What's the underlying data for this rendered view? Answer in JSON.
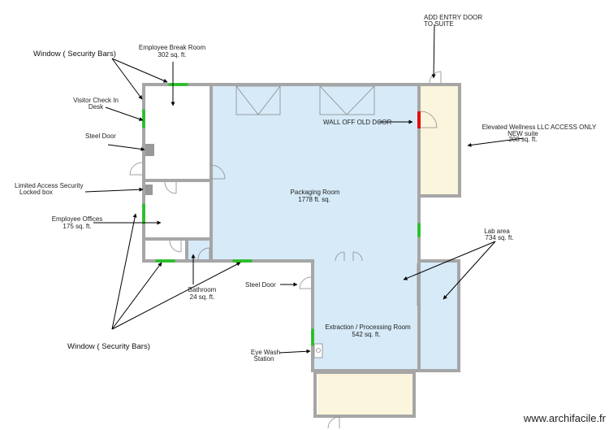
{
  "rooms": {
    "break_room": {
      "name": "Employee Break Room",
      "area": "302 sq. ft."
    },
    "packaging": {
      "name": "Packaging Room",
      "area": "1778 ft. sq."
    },
    "offices": {
      "name": "Employee Offices",
      "area": "175 sq. ft."
    },
    "bathroom": {
      "name": "Bathroom",
      "area": "24 sq. ft."
    },
    "extraction": {
      "name": "Extraction / Processing Room",
      "area": "542 sq. ft."
    },
    "elevated": {
      "name": "Elevated Wellness LLC ACCESS ONLY",
      "note": "NEW suite",
      "area": "208 sq. ft."
    },
    "lab": {
      "name": "Lab area",
      "area": "734 sq. ft."
    }
  },
  "annotations": {
    "window_top": "Window  ( Security Bars)",
    "window_bottom": "Window  ( Security Bars)",
    "visitor_check_in": [
      "Visitor Check In",
      "Desk"
    ],
    "steel_door_left": "Steel Door",
    "steel_door_bottom": "Steel Door",
    "limited_access": [
      "Limited Access Security",
      "Locked box"
    ],
    "entry_door": [
      "ADD ENTRY DOOR",
      "TO SUITE"
    ],
    "wall_off": "WALL OFF OLD DOOR",
    "eye_wash": [
      "Eye Wash",
      "Station"
    ]
  },
  "watermark": "www.archifacile.fr",
  "colors": {
    "wall": "#a6a6a6",
    "room_blue": "#d6eaf8",
    "room_cream": "#faf5dc",
    "window_green": "#22c322",
    "closed_door_red": "#dd1111",
    "box_gray": "#999999"
  }
}
